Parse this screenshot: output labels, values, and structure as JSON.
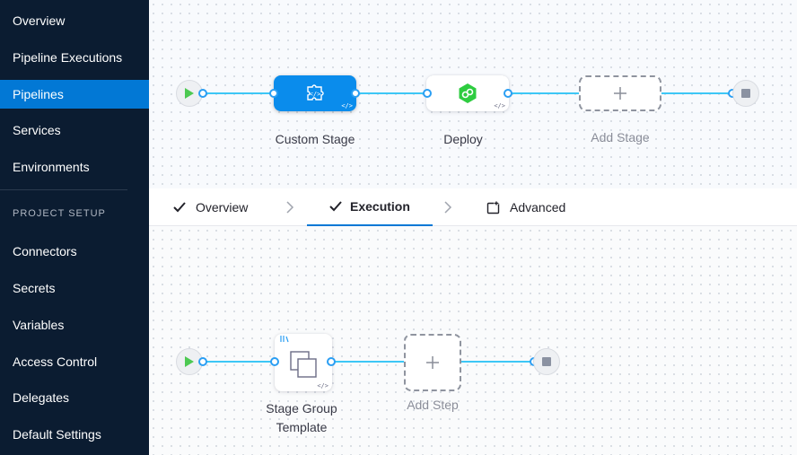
{
  "sidebar": {
    "items": [
      {
        "label": "Overview"
      },
      {
        "label": "Pipeline Executions"
      },
      {
        "label": "Pipelines"
      },
      {
        "label": "Services"
      },
      {
        "label": "Environments"
      }
    ],
    "active_item": "Pipelines",
    "section_header": "PROJECT SETUP",
    "setup_items": [
      {
        "label": "Connectors"
      },
      {
        "label": "Secrets"
      },
      {
        "label": "Variables"
      },
      {
        "label": "Access Control"
      },
      {
        "label": "Delegates"
      },
      {
        "label": "Default Settings"
      }
    ]
  },
  "pipeline": {
    "stages": [
      {
        "label": "Custom Stage",
        "icon": "custom-stage-icon"
      },
      {
        "label": "Deploy",
        "icon": "deploy-icon"
      },
      {
        "label": "Add Stage",
        "icon": "plus-icon"
      }
    ]
  },
  "tabs": [
    {
      "label": "Overview",
      "icon": "check-icon"
    },
    {
      "label": "Execution",
      "icon": "check-icon",
      "active": true
    },
    {
      "label": "Advanced",
      "icon": "advanced-icon"
    }
  ],
  "execution": {
    "steps": [
      {
        "label_line1": "Stage Group",
        "label_line2": "Template",
        "icon": "stage-group-icon"
      },
      {
        "label": "Add Step",
        "icon": "plus-icon"
      }
    ]
  },
  "colors": {
    "sidebar_bg": "#0b1c31",
    "active_bg": "#0278d5",
    "connector": "#3dc7f6",
    "custom_stage": "#0a8cec",
    "deploy_green": "#2ecc40"
  }
}
